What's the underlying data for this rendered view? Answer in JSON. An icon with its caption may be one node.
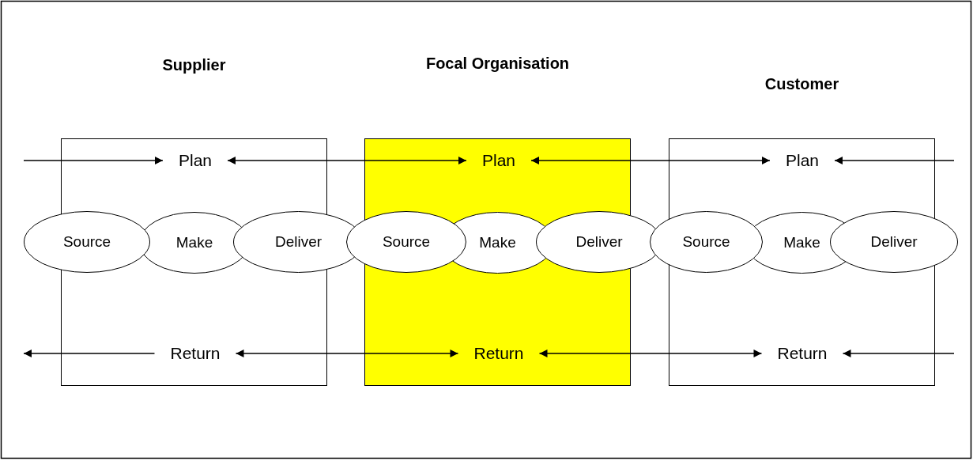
{
  "diagram": {
    "nodes": [
      {
        "text": [
          "Supplier"
        ]
      },
      {
        "text": [
          "Plan"
        ],
        "in": 0
      },
      {
        "text": [
          "Return"
        ],
        "in": 0
      },
      {
        "text": [
          "Focal Organisation"
        ]
      },
      {
        "text": [
          "Plan"
        ],
        "in": 3
      },
      {
        "text": [
          "Return"
        ],
        "in": 3
      },
      {
        "text": [
          "Customer"
        ]
      },
      {
        "text": [
          "Plan"
        ],
        "in": 6
      },
      {
        "text": [
          "Return"
        ],
        "in": 6
      },
      {
        "text": [
          "Source"
        ]
      },
      {
        "text": [
          "Make"
        ],
        "in": 0
      },
      {
        "text": [
          "Deliver"
        ]
      },
      {
        "text": [
          "Source"
        ]
      },
      {
        "text": [
          "Make"
        ],
        "in": 3
      },
      {
        "text": [
          "Deliver"
        ]
      },
      {
        "text": [
          "Source"
        ]
      },
      {
        "text": [
          "Make"
        ],
        "in": 6
      },
      {
        "text": [
          "Deliver"
        ]
      }
    ],
    "edges": [
      {
        "from": null,
        "to": 1,
        "arrow": "to"
      },
      {
        "from": 1,
        "to": 4,
        "arrow": "both"
      },
      {
        "from": 4,
        "to": 7,
        "arrow": "both"
      },
      {
        "from": null,
        "to": 7,
        "arrow": "to"
      },
      {
        "from": 2,
        "to": null,
        "arrow": "to"
      },
      {
        "from": 2,
        "to": 5,
        "arrow": "both"
      },
      {
        "from": 5,
        "to": 8,
        "arrow": "both"
      },
      {
        "from": null,
        "to": 8,
        "arrow": "to"
      }
    ]
  }
}
